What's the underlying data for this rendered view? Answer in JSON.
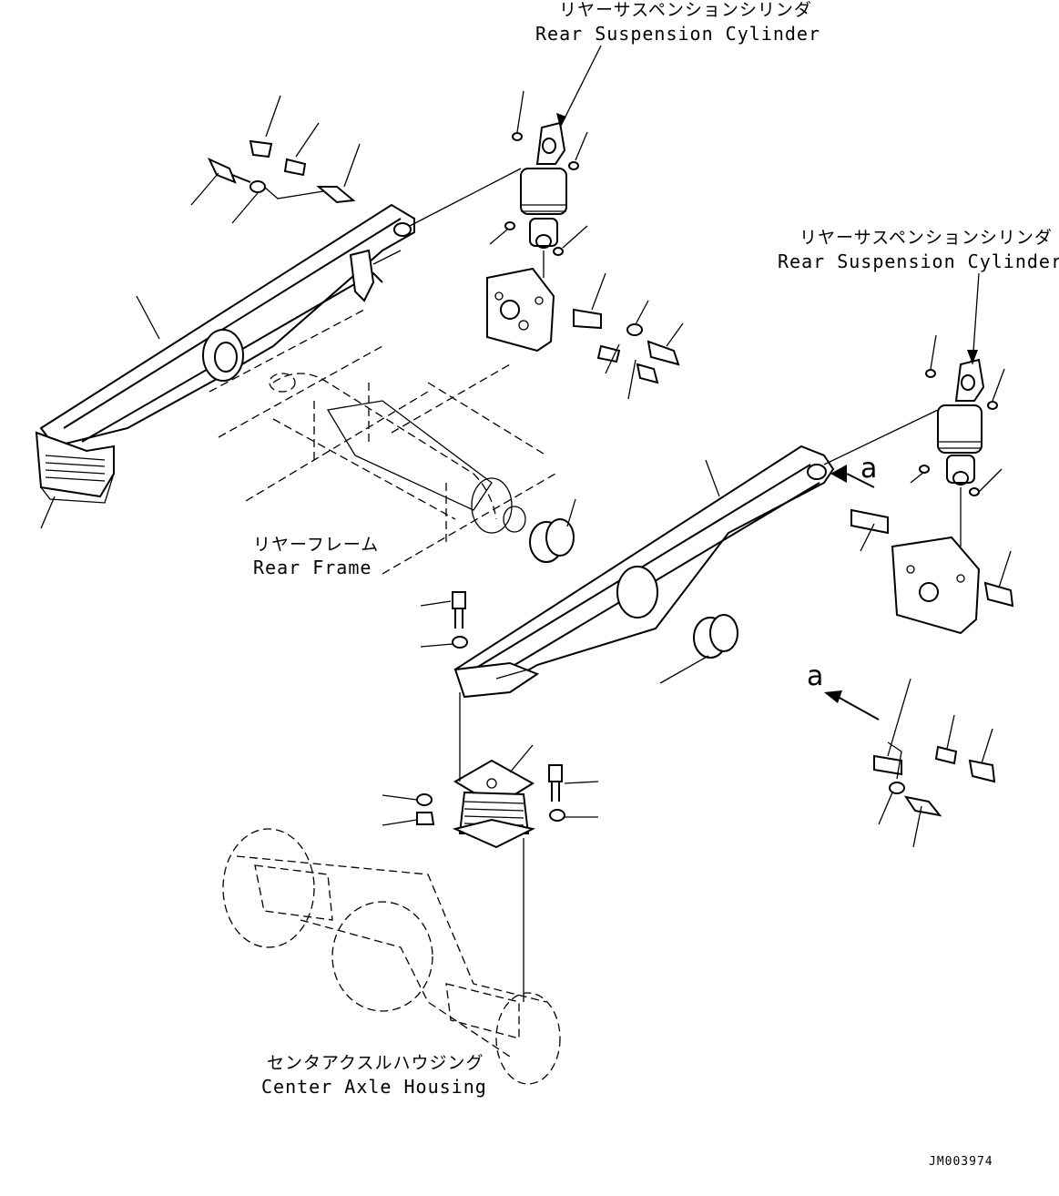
{
  "labels": {
    "cyl1_jp": "リヤーサスペンションシリンダ",
    "cyl1_en": "Rear Suspension Cylinder",
    "cyl2_jp": "リヤーサスペンションシリンダ",
    "cyl2_en": "Rear Suspension Cylinder",
    "frame_jp": "リヤーフレーム",
    "frame_en": "Rear Frame",
    "axle_jp": "センタアクスルハウジング",
    "axle_en": "Center Axle Housing",
    "ref_a1": "a",
    "ref_a2": "a",
    "drawing_code": "JM003974"
  }
}
